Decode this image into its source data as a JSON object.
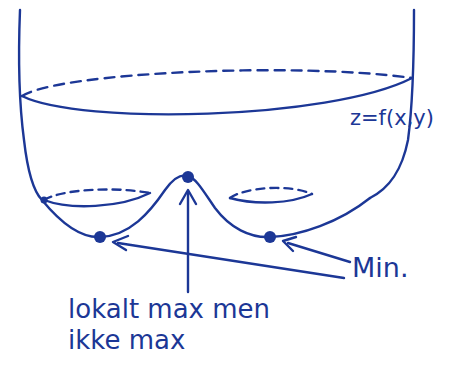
{
  "diagram": {
    "labels": [
      "z=f(x,y)",
      "Min.",
      "lokalt max men ikke max"
    ]
  }
}
